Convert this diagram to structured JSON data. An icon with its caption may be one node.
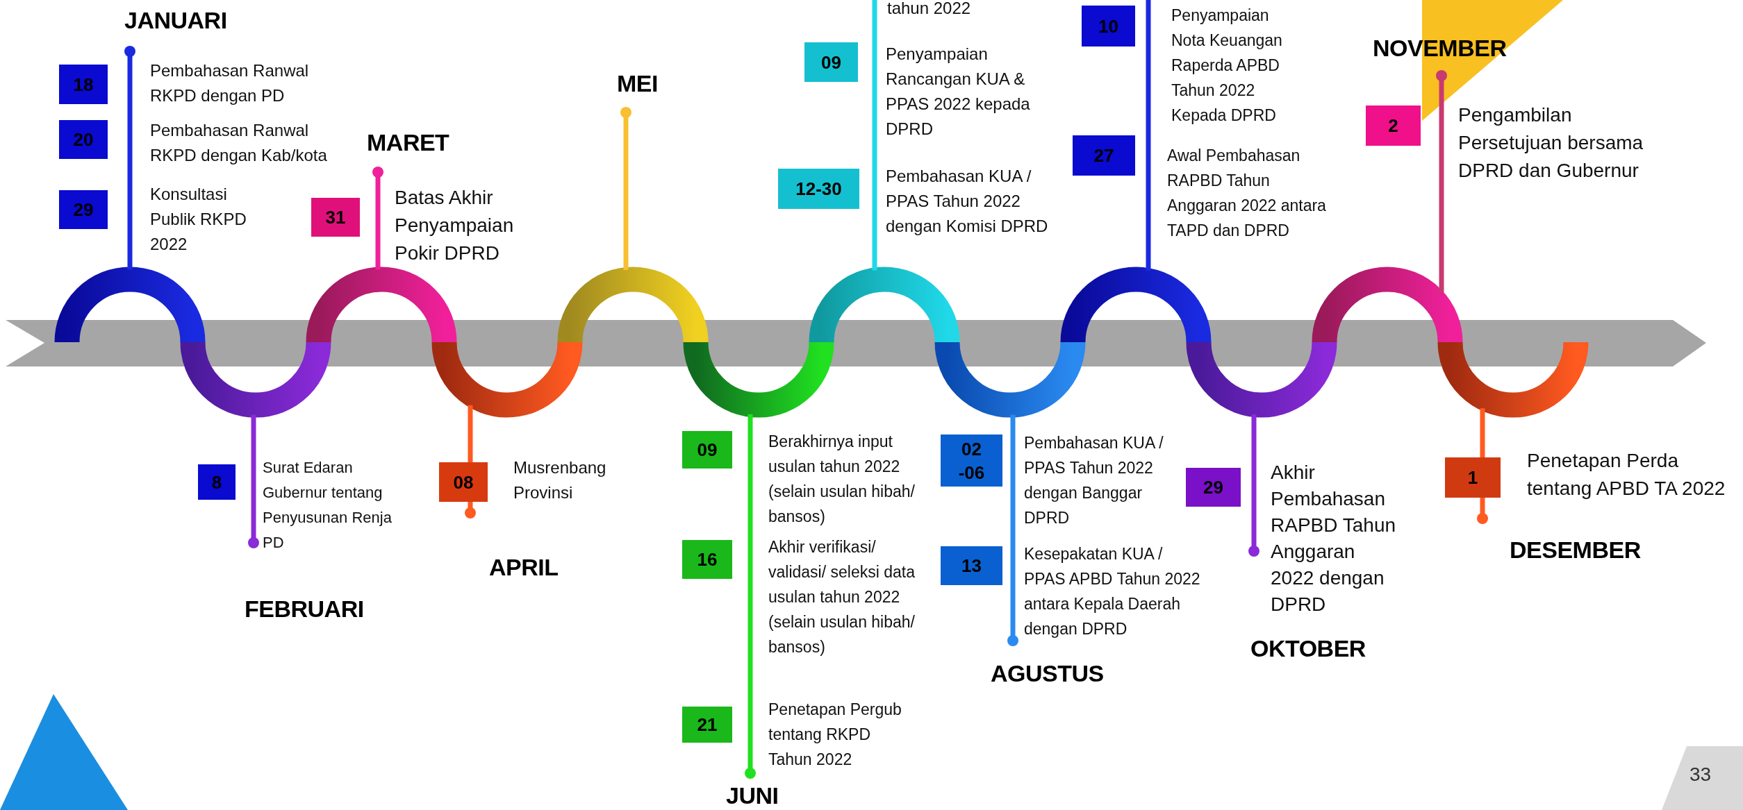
{
  "diagram": {
    "nodes": [
      {
        "text": [
          "18",
          "Pembahasan Ranwal RKPD dengan PD"
        ]
      },
      {
        "text": [
          "20",
          "Pembahasan Ranwal RKPD dengan Kab/kota"
        ]
      },
      {
        "text": [
          "29",
          "Konsultasi Publik RKPD 2022"
        ]
      },
      {
        "text": [
          "8",
          "Surat Edaran Gubernur tentang Penyusunan Renja PD"
        ]
      },
      {
        "text": [
          "31",
          "Batas Akhir Penyampaian Pokir DPRD"
        ]
      },
      {
        "text": [
          "08",
          "Musrenbang Provinsi"
        ]
      },
      {
        "text": [
          "09",
          "Berakhirnya input usulan tahun 2022 (selain usulan hibah/ bansos)"
        ]
      },
      {
        "text": [
          "16",
          "Akhir verifikasi/ validasi/ seleksi data usulan tahun 2022 (selain usulan hibah/ bansos)"
        ]
      },
      {
        "text": [
          "21",
          "Penetapan Pergub tentang RKPD Tahun 2022"
        ]
      },
      {
        "text": [
          "09",
          "Penyampaian Rancangan KUA & PPAS 2022 kepada DPRD"
        ]
      },
      {
        "text": [
          "12-30",
          "Pembahasan KUA / PPAS Tahun 2022 dengan Komisi DPRD"
        ]
      },
      {
        "text": [
          "02 -06",
          "Pembahasan KUA / PPAS Tahun 2022 dengan Banggar DPRD"
        ]
      },
      {
        "text": [
          "13",
          "Kesepakatan KUA / PPAS APBD Tahun 2022 antara Kepala Daerah dengan DPRD"
        ]
      },
      {
        "text": [
          "10",
          "Penyampaian Nota Keuangan Raperda APBD Tahun 2022 Kepada DPRD"
        ]
      },
      {
        "text": [
          "27",
          "Awal Pembahasan RAPBD Tahun Anggaran 2022 antara TAPD dan DPRD"
        ]
      },
      {
        "text": [
          "29",
          "Akhir Pembahasan RAPBD Tahun Anggaran 2022 dengan DPRD"
        ]
      },
      {
        "text": [
          "2",
          "Pengambilan Persetujuan bersama DPRD dan Gubernur"
        ]
      },
      {
        "text": [
          "1",
          "Penetapan Perda tentang APBD TA 2022"
        ]
      }
    ],
    "labels": [
      "JANUARI",
      "FEBRUARI",
      "MARET",
      "APRIL",
      "MEI",
      "JUNI",
      "tahun 2022",
      "AGUSTUS",
      "OKTOBER",
      "NOVEMBER",
      "DESEMBER",
      "33"
    ]
  }
}
